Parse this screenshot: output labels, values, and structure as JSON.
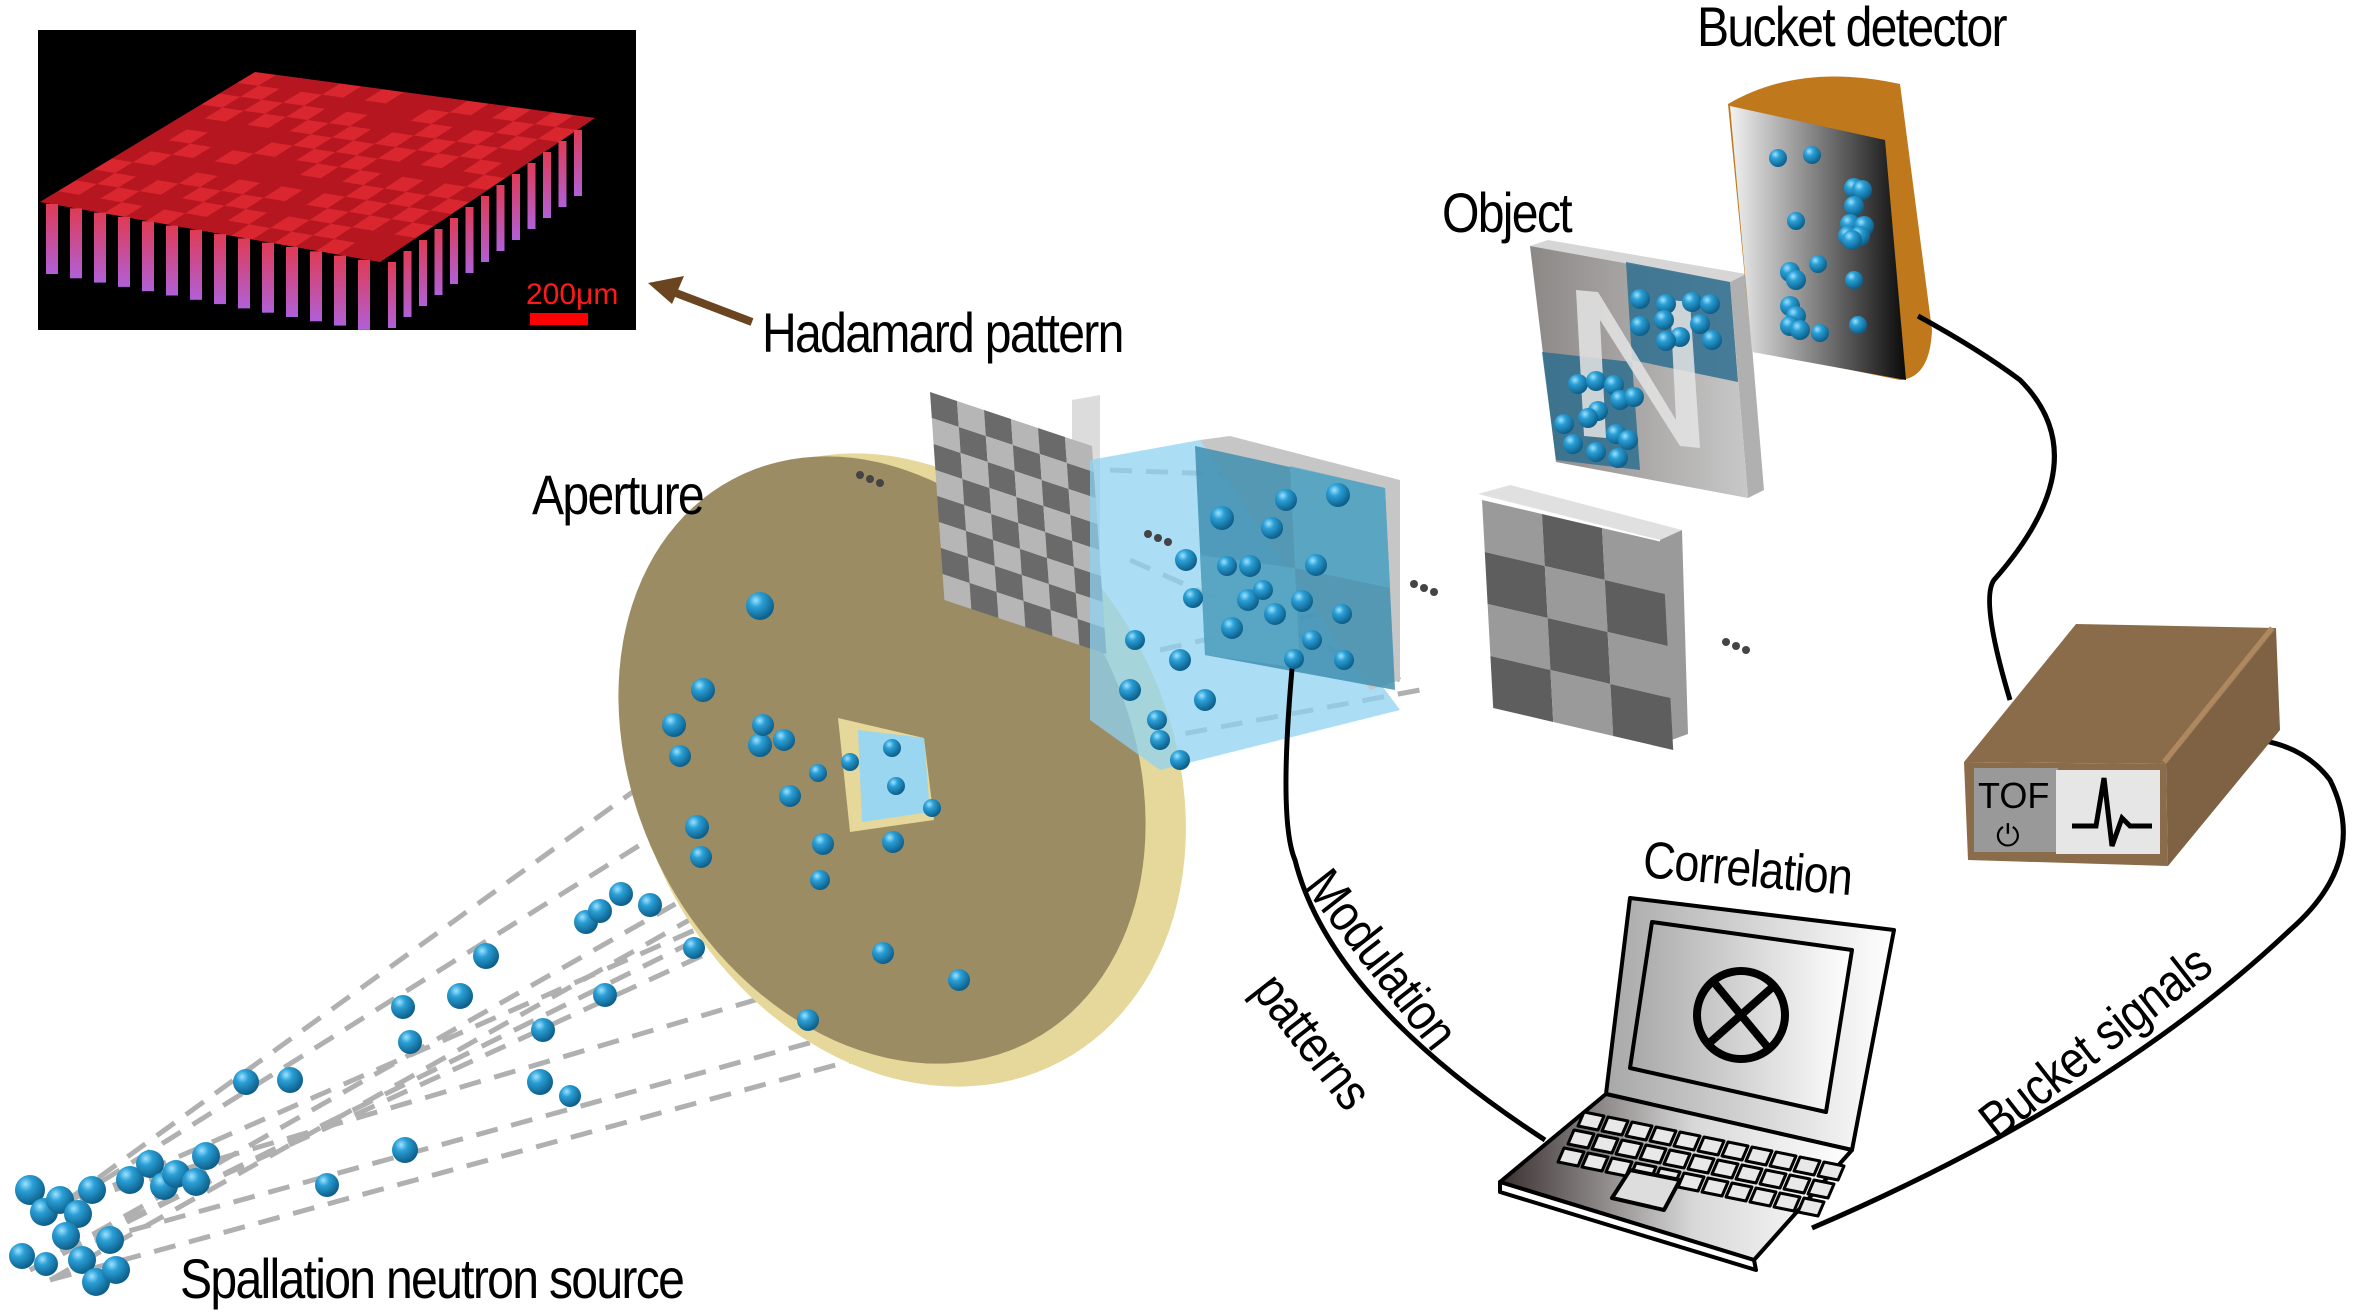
{
  "figure": {
    "title": "Neutron ghost imaging setup",
    "labels": {
      "bucket_detector": "Bucket detector",
      "object": "Object",
      "hadamard_pattern": "Hadamard pattern",
      "aperture": "Aperture",
      "correlation": "Correlation",
      "modulation_line1": "Modulation",
      "modulation_line2": "patterns",
      "bucket_signals": "Bucket signals",
      "source": "Spallation neutron source"
    },
    "inset": {
      "scale_bar_label": "200μm",
      "description": "3D micrograph of Hadamard mask"
    },
    "tof_box": {
      "label": "TOF",
      "power_symbol": "⏻"
    },
    "laptop": {
      "screen_symbol": "⊗"
    },
    "ellipsis": "..."
  },
  "colors": {
    "neutron": "#1f8fc4",
    "aperture_face": "#9b8c63",
    "aperture_rim": "#e8dba0",
    "detector_body": "#c0781c",
    "tof_box": "#8b6c4a",
    "beam": "#8fd3f0",
    "mask_red": "#d3202a",
    "arrow_brown": "#6b4520"
  }
}
